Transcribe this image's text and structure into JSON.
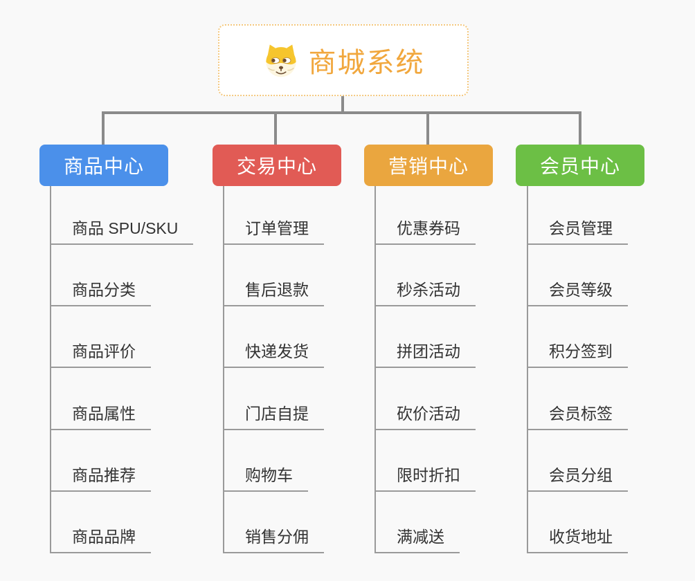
{
  "page": {
    "background_color": "#f9f9f9",
    "connector_color": "#8b8b8b",
    "leaf_line_color": "#9a9a9a",
    "leaf_text_color": "#333333"
  },
  "root": {
    "title": "商城系统",
    "title_color": "#f1a73d",
    "border_color": "#f4c87e",
    "icon": "dog-face-icon"
  },
  "branches": [
    {
      "label": "商品中心",
      "color": "#4b90ea",
      "children": [
        "商品 SPU/SKU",
        "商品分类",
        "商品评价",
        "商品属性",
        "商品推荐",
        "商品品牌"
      ]
    },
    {
      "label": "交易中心",
      "color": "#e15b55",
      "children": [
        "订单管理",
        "售后退款",
        "快递发货",
        "门店自提",
        "购物车",
        "销售分佣"
      ]
    },
    {
      "label": "营销中心",
      "color": "#eaa63f",
      "children": [
        "优惠券码",
        "秒杀活动",
        "拼团活动",
        "砍价活动",
        "限时折扣",
        "满减送"
      ]
    },
    {
      "label": "会员中心",
      "color": "#6cbf45",
      "children": [
        "会员管理",
        "会员等级",
        "积分签到",
        "会员标签",
        "会员分组",
        "收货地址"
      ]
    }
  ]
}
